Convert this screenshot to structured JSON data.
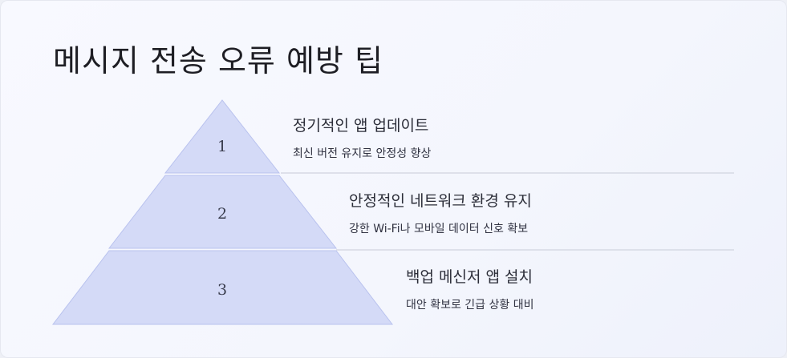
{
  "title": "메시지 전송 오류 예방 팁",
  "tiers": [
    {
      "number": "1",
      "heading": "정기적인 앱 업데이트",
      "description": "최신 버전 유지로 안정성 향상"
    },
    {
      "number": "2",
      "heading": "안정적인 네트워크 환경 유지",
      "description": "강한 Wi-Fi나 모바일 데이터 신호 확보"
    },
    {
      "number": "3",
      "heading": "백업 메신저 앱 설치",
      "description": "대안 확보로 긴급 상황 대비"
    }
  ],
  "colors": {
    "tier_fill": "#d4daf7",
    "tier_stroke": "#b9c2ee",
    "divider": "#d6d9e4"
  }
}
